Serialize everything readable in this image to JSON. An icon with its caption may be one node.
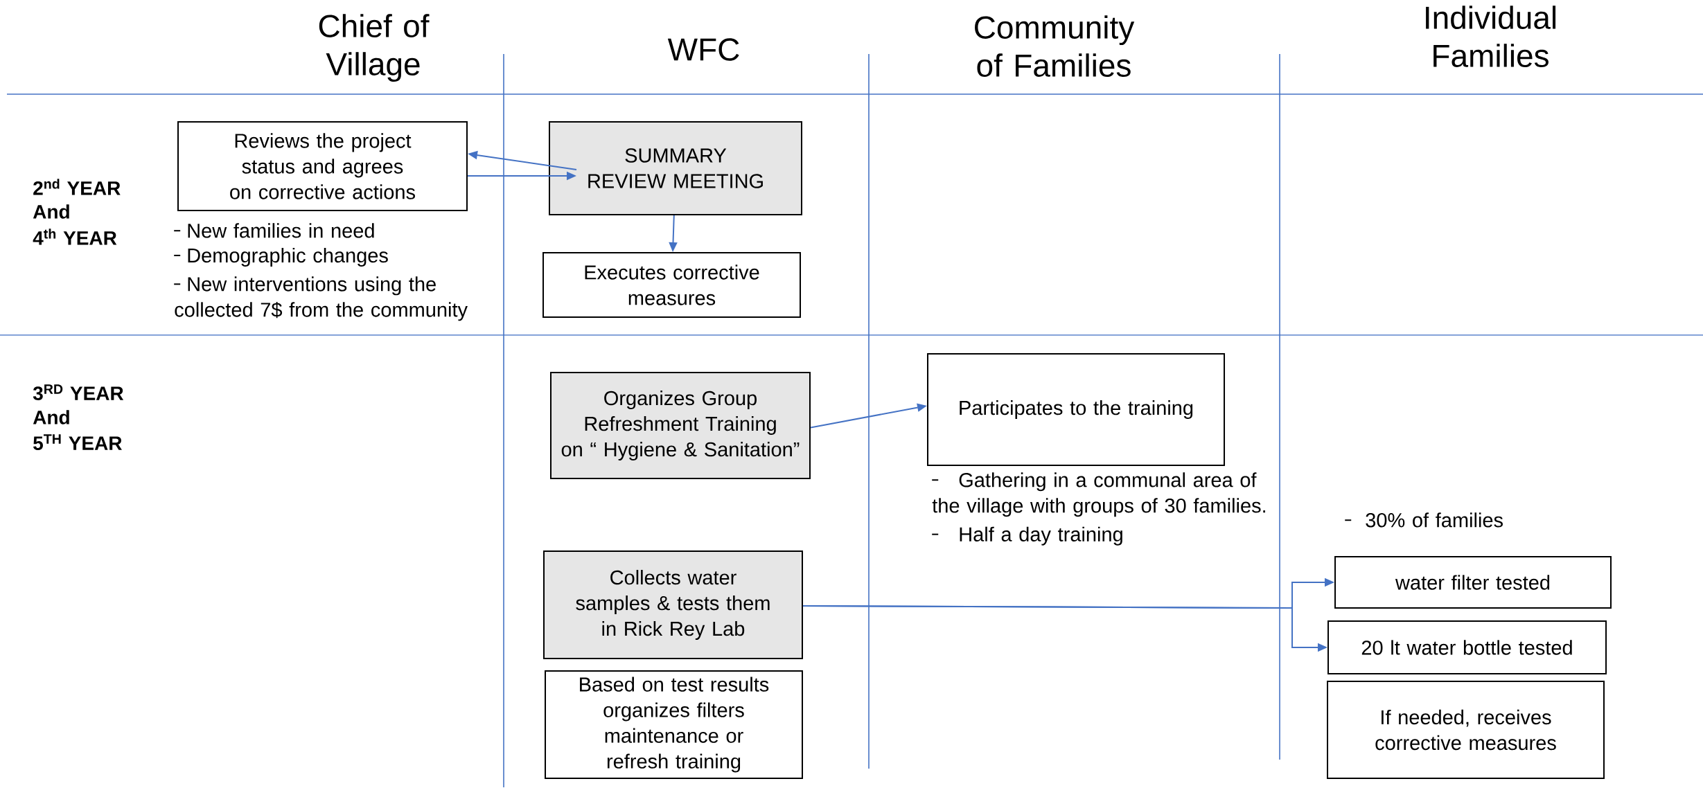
{
  "diagram": {
    "nodes": [
      {
        "text": [
          "Reviews the project status and agrees on corrective actions"
        ],
        "beside": [
          "New families in need",
          "Demographic changes",
          "New interventions using the collected 7$ from the community"
        ]
      },
      {
        "text": [
          "SUMMARY REVIEW MEETING"
        ]
      },
      {
        "text": [
          "Executes corrective measures"
        ]
      },
      {
        "text": [
          "Organizes Group Refreshment Training on “ Hygiene & Sanitation”"
        ]
      },
      {
        "text": [
          "Participates to the training"
        ],
        "beside": [
          "Gathering in a communal area of the village with groups of 30 families.",
          "Half a day training"
        ]
      },
      {
        "text": [
          "Collects water samples & tests them in Rick Rey Lab"
        ]
      },
      {
        "text": [
          "Based on test results organizes filters maintenance or refresh training"
        ]
      },
      {
        "text": [
          "water filter tested"
        ]
      },
      {
        "text": [
          "20 lt water bottle tested"
        ]
      },
      {
        "text": [
          "If needed, receives corrective measures"
        ]
      }
    ],
    "edges": [
      {
        "from": 1,
        "to": 0,
        "arrow": "to"
      },
      {
        "from": 0,
        "to": 1,
        "arrow": "to"
      },
      {
        "from": 1,
        "to": 2,
        "arrow": "to"
      },
      {
        "from": 3,
        "to": 4,
        "arrow": "to"
      },
      {
        "from": 5,
        "to": 7,
        "arrow": "to"
      },
      {
        "from": 5,
        "to": 8,
        "arrow": "to"
      }
    ],
    "labels": [
      "Chief of Village",
      "WFC",
      "Community of Families",
      "Individual Families",
      "2$^{nd}$ YEAR",
      "And",
      "4$^{th}$ YEAR",
      "3$^{RD}$ YEAR",
      "And",
      "5$^{TH}$ YEAR",
      "30% of families"
    ]
  }
}
